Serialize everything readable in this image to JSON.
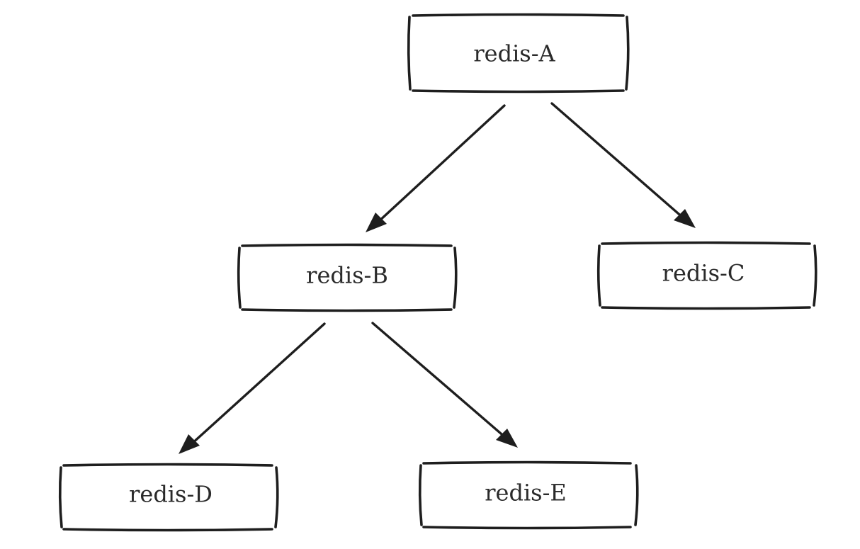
{
  "diagram": {
    "type": "tree",
    "nodes": [
      {
        "id": "A",
        "label": "redis-A"
      },
      {
        "id": "B",
        "label": "redis-B"
      },
      {
        "id": "C",
        "label": "redis-C"
      },
      {
        "id": "D",
        "label": "redis-D"
      },
      {
        "id": "E",
        "label": "redis-E"
      }
    ],
    "edges": [
      {
        "from": "A",
        "to": "B"
      },
      {
        "from": "A",
        "to": "C"
      },
      {
        "from": "B",
        "to": "D"
      },
      {
        "from": "B",
        "to": "E"
      }
    ],
    "colors": {
      "stroke": "#1e1e1e",
      "text": "#2a2a2a",
      "background": "#ffffff"
    }
  }
}
